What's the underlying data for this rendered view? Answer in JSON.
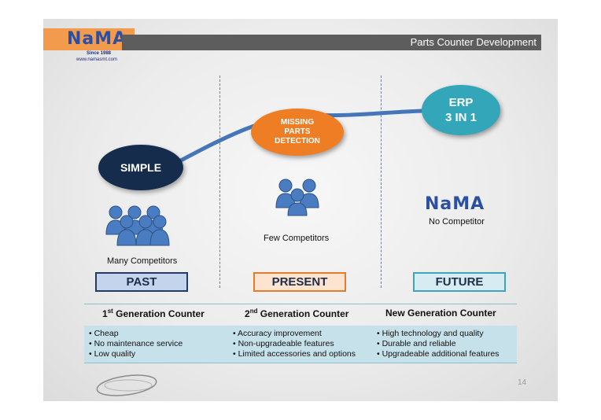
{
  "header": {
    "title": "Parts Counter Development",
    "logo": "NaMA",
    "since": "Since 1988",
    "url": "www.namasmt.com"
  },
  "stages": {
    "past": {
      "bubble": "SIMPLE",
      "competitors": "Many Competitors",
      "era": "PAST",
      "color": "#152c4c"
    },
    "present": {
      "bubble_lines": [
        "MISSING",
        "PARTS",
        "DETECTION"
      ],
      "competitors": "Few Competitors",
      "era": "PRESENT",
      "color": "#ef7d23"
    },
    "future": {
      "bubble_lines": [
        "ERP",
        "3 IN 1"
      ],
      "logo": "NaMA",
      "competitors": "No Competitor",
      "era": "FUTURE",
      "color": "#33a6b9"
    }
  },
  "table": {
    "headers": [
      {
        "prefix": "1",
        "sup": "st",
        "rest": " Generation Counter"
      },
      {
        "prefix": "2",
        "sup": "nd",
        "rest": " Generation Counter"
      },
      {
        "prefix": "",
        "sup": "",
        "rest": "New Generation Counter"
      }
    ],
    "features": [
      [
        "Cheap",
        "No maintenance service",
        "Low quality"
      ],
      [
        "Accuracy improvement",
        "Non-upgradeable features",
        "Limited accessories and options"
      ],
      [
        "High technology and quality",
        "Durable and reliable",
        "Upgradeable additional features"
      ]
    ]
  },
  "page_number": "14",
  "icons": [
    "people-group-icon",
    "people-trio-icon",
    "nama-logo-icon",
    "footer-logo-icon"
  ]
}
